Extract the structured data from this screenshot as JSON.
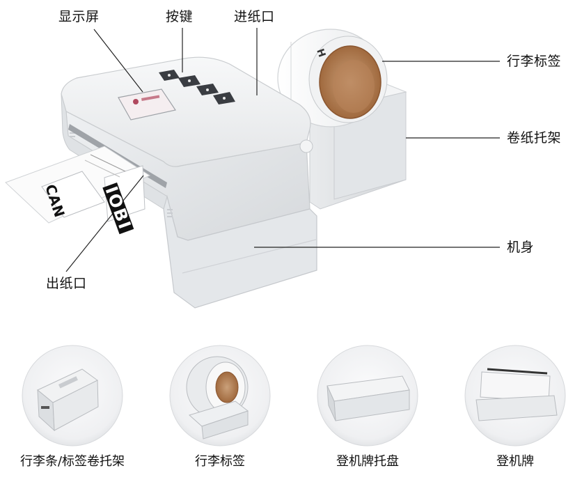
{
  "callouts": {
    "display": "显示屏",
    "keys": "按键",
    "paper_inlet": "进纸口",
    "baggage_tag_roll": "行李标签",
    "roll_holder": "卷纸托架",
    "body": "机身",
    "paper_outlet": "出纸口"
  },
  "accessories": [
    {
      "label": "行李条/标签卷托架"
    },
    {
      "label": "行李标签"
    },
    {
      "label": "登机牌托盘"
    },
    {
      "label": "登机牌"
    }
  ],
  "printed_tag": {
    "code": "CAN",
    "brand": "IOBI"
  },
  "colors": {
    "body": "#eceef0",
    "body_shade": "#d9dcdf",
    "keys": "#3a3d42",
    "screen": "#f3e9ec",
    "label_core": "#b87b4e",
    "leader": "#222222"
  }
}
